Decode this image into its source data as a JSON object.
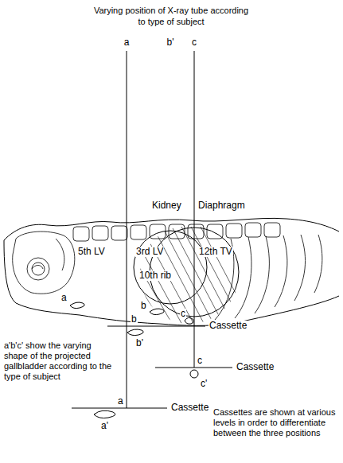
{
  "diagram": {
    "title": "Varying position of X-ray tube according to type of subject",
    "labels": [
      "a",
      "b'",
      "c",
      "Kidney",
      "Diaphragm",
      "5th LV",
      "3rd LV",
      "12th TV",
      "10th rib",
      "a",
      "b",
      "c",
      "b",
      "Cassette",
      "b'",
      "c",
      "Cassette",
      "c'",
      "a",
      "Cassette",
      "a'",
      "a'b'c' show the varying shape of the projected gallbladder according to the type of subject",
      "Cassettes are shown at various levels in order to differentiate between the three positions"
    ]
  }
}
